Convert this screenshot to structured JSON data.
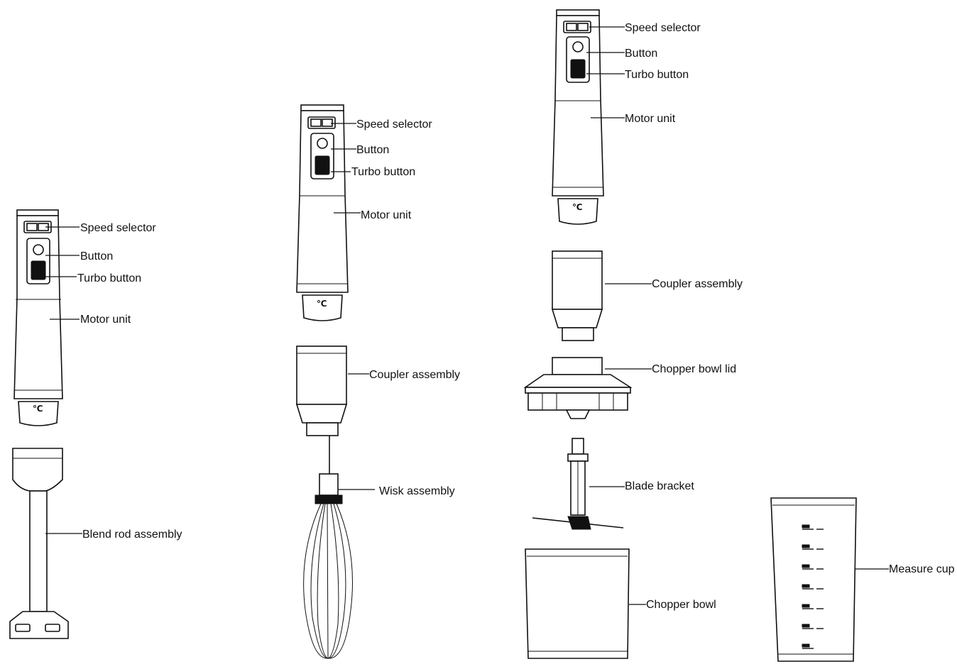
{
  "diagram": {
    "kit_blend_rod": {
      "speed_selector": "Speed selector",
      "button": "Button",
      "turbo_button": "Turbo button",
      "motor_unit": "Motor unit",
      "blend_rod_assembly": "Blend rod assembly"
    },
    "kit_whisk": {
      "speed_selector": "Speed selector",
      "button": "Button",
      "turbo_button": "Turbo button",
      "motor_unit": "Motor unit",
      "coupler_assembly": "Coupler assembly",
      "wisk_assembly": "Wisk assembly"
    },
    "kit_chopper": {
      "speed_selector": "Speed selector",
      "button": "Button",
      "turbo_button": "Turbo button",
      "motor_unit": "Motor unit",
      "coupler_assembly": "Coupler assembly",
      "chopper_bowl_lid": "Chopper bowl lid",
      "blade_bracket": "Blade bracket",
      "chopper_bowl": "Chopper bowl"
    },
    "measure_cup": {
      "label": "Measure cup"
    }
  }
}
